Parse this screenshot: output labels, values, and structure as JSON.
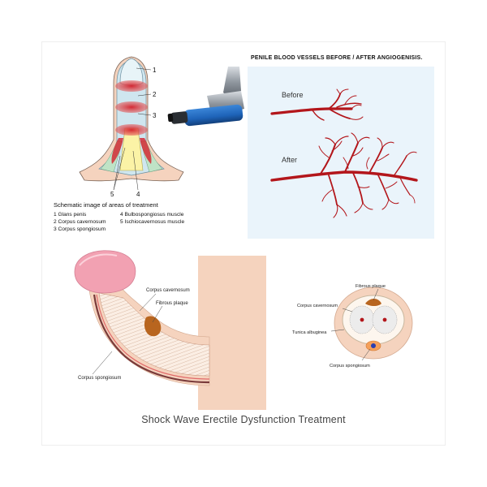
{
  "schematic": {
    "numbers": [
      "1",
      "2",
      "3",
      "4",
      "5"
    ],
    "legend_title": "Schematic image of areas of treatment",
    "legend_col1": [
      "1 Glans penis",
      "2 Corpus cavernosum",
      "3 Corpus spongiosum"
    ],
    "legend_col2": [
      "4 Bulbospongiosus muscle",
      "5 Ischiocavernosus muscle"
    ]
  },
  "blood_vessels": {
    "title": "PENILE BLOOD VESSELS BEFORE / AFTER ANGIOGENISIS.",
    "before_label": "Before",
    "after_label": "After"
  },
  "side_view": {
    "label_corpus_cavernosum": "Corpus cavernosum",
    "label_fibrous_plaque": "Fibrous plaque",
    "label_corpus_spongiosum": "Corpus spongiosum"
  },
  "cross_section": {
    "label_fibrous_plaque": "Fibrous plaque",
    "label_corpus_cavernosum": "Corpus cavernosum",
    "label_tunica_albuginea": "Tunica albuginea",
    "label_corpus_spongiosum": "Corpus spongiosum"
  },
  "caption": "Shock Wave Erectile Dysfunction Treatment",
  "colors": {
    "vessel_red": "#b3161b",
    "background_blue": "#eaf4fb",
    "skin": "#f5d3be",
    "glans_pink": "#f2a1b2",
    "plaque_brown": "#b8651f",
    "device_blue": "#1e63b8",
    "muscle_yellow": "#fbf3a6"
  }
}
